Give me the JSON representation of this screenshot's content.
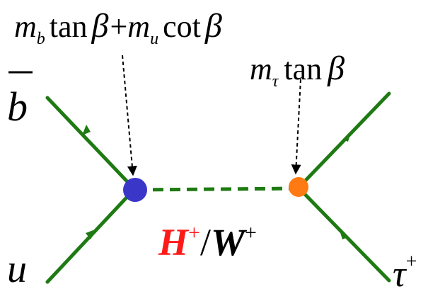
{
  "colors": {
    "line": "#1e7a12",
    "vertex_left": "#3a36c8",
    "vertex_right": "#ff7a12",
    "boson_h": "#ff1a1a",
    "text": "#000000",
    "arrow": "#000000"
  },
  "labels": {
    "b_bar": "b",
    "u": "u",
    "tau": "τ",
    "tau_sup": "+",
    "coupling_left": {
      "m1": "m",
      "m1_sub": "b",
      "tan": "tan",
      "beta1": "β",
      "plus": "+",
      "m2": "m",
      "m2_sub": "u",
      "cot": "cot",
      "beta2": "β"
    },
    "coupling_right": {
      "m": "m",
      "m_sub": "τ",
      "tan": "tan",
      "beta": "β"
    },
    "boson": {
      "h": "H",
      "h_sup": "+",
      "slash": "/",
      "w": "W",
      "w_sup": "+"
    }
  },
  "icons": [
    "fermion-arrow-icon",
    "vertex-dot-icon",
    "dashed-pointer-arrow-icon"
  ]
}
